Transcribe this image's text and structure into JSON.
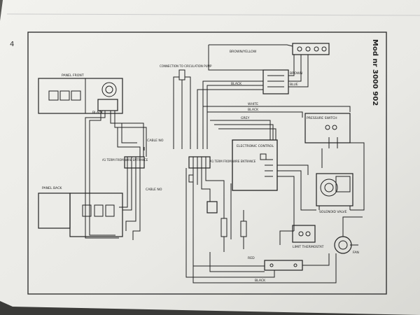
{
  "page": {
    "page_number": "4",
    "model_heading": "Mod nr 3000 902"
  },
  "labels": {
    "panel_front": "PANEL FRONT",
    "panel_back": "PANEL BACK",
    "connection_circ_pump": "CONNECTION TO CIRCULATION PUMP",
    "cable_top": "CABLE NO",
    "cable_bottom": "CABLE NO",
    "terminal_left": "A1 TERM FROM WIRE ENTRANCE",
    "terminal_right": "A1 TERM FROM WIRE ENTRANCE",
    "electronic_control": "ELECTRONIC CONTROL",
    "pressure_switch": "PRESSURE SWITCH",
    "solenoid_valve": "SOLENOID VALVE",
    "limit_thermostat": "LIMIT THERMOSTAT",
    "fan": "FAN",
    "brown_yellow": "BROWN/YELLOW",
    "brown": "BROWN",
    "blue": "BLUE",
    "black": "BLACK",
    "white": "WHITE",
    "grey": "GREY",
    "red": "RED"
  }
}
